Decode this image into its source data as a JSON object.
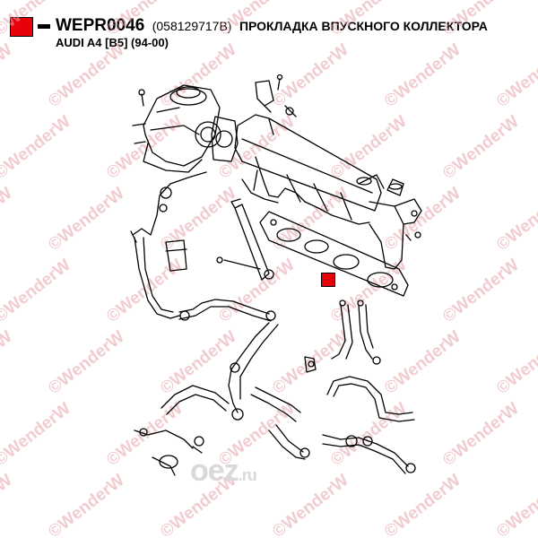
{
  "header": {
    "code": "WEPR0046",
    "oem": "(058129717B)",
    "description": "ПРОКЛАДКА ВПУСКНОГО КОЛЛЕКТОРА",
    "vehicle": "AUDI A4 [B5] (94-00)"
  },
  "watermark": {
    "text": "©WenderW"
  },
  "site_logo": {
    "name": "oez",
    "suffix": ".ru"
  },
  "colors": {
    "accent": "#e8000b",
    "watermark": "#e7a3a8"
  }
}
